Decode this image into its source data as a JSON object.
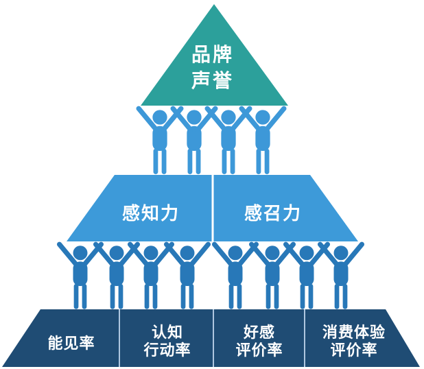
{
  "diagram": {
    "type": "pyramid",
    "background_color": "#FFFFFF",
    "text_color": "#FFFFFF",
    "top": {
      "color": "#2CA09B",
      "label_lines": [
        "品牌",
        "声誉"
      ]
    },
    "middle": {
      "color": "#3D9AD9",
      "divider_color": "#FFFFFF",
      "sections": [
        {
          "label": "感知力"
        },
        {
          "label": "感召力"
        }
      ]
    },
    "bottom": {
      "color": "#1F4C74",
      "divider_color": "#AFC7E0",
      "sections": [
        {
          "label_lines": [
            "能见率",
            ""
          ]
        },
        {
          "label_lines": [
            "认知",
            "行动率"
          ]
        },
        {
          "label_lines": [
            "好感",
            "评价率"
          ]
        },
        {
          "label_lines": [
            "消费体验",
            "评价率"
          ]
        }
      ]
    },
    "supporters": {
      "upper_color": "#3D98D8",
      "lower_color": "#2878B8",
      "rows": [
        {
          "position": "upper",
          "count": 4
        },
        {
          "position": "lower",
          "count": 8
        }
      ]
    }
  }
}
